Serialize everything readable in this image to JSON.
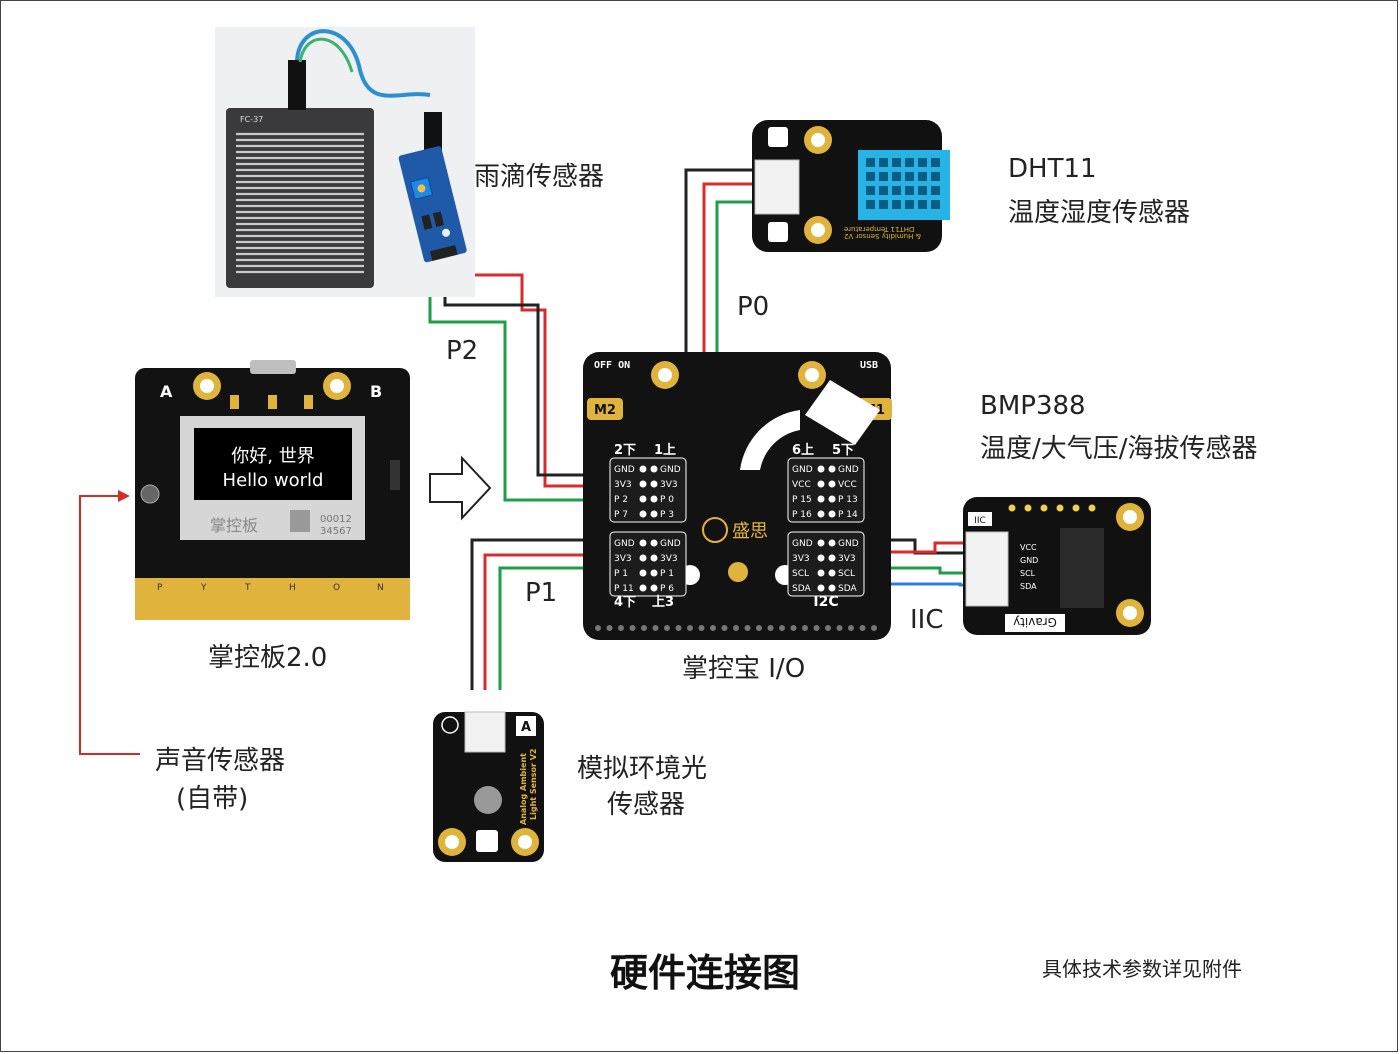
{
  "title": "硬件连接图",
  "note": "具体技术参数详见附件",
  "labels": {
    "rain_sensor": "雨滴传感器",
    "dht11_line1": "DHT11",
    "dht11_line2": "温度湿度传感器",
    "bmp388_line1": "BMP388",
    "bmp388_line2": "温度/大气压/海拔传感器",
    "mainboard": "掌控板2.0",
    "io_board": "掌控宝 I/O",
    "sound_line1": "声音传感器",
    "sound_line2": "(自带)",
    "light_line1": "模拟环境光",
    "light_line2": "传感器",
    "p0": "P0",
    "p1": "P1",
    "p2": "P2",
    "iic": "IIC"
  },
  "mainboard": {
    "screen_line1": "你好, 世界",
    "screen_line2": "Hello world",
    "btn_a": "A",
    "btn_b": "B",
    "brand": "掌控板",
    "serial1": "00012",
    "serial2": "34567",
    "python_letters": [
      "P",
      "Y",
      "T",
      "H",
      "O",
      "N"
    ]
  },
  "ioboard": {
    "off_on": "OFF ON",
    "usb": "USB",
    "m1": "M1",
    "m2": "M2",
    "brand": "盛思",
    "i2c": "I2C",
    "port2": "2下",
    "port1": "1上",
    "port6": "6上",
    "port5": "5下",
    "port4": "4下",
    "port3": "上3",
    "left_pins": [
      "GND",
      "3V3",
      "P 2",
      "P 7"
    ],
    "left_pins_r": [
      "GND",
      "3V3",
      "P 0",
      "P 3"
    ],
    "left_pins2": [
      "GND",
      "3V3",
      "P 1",
      "P 11"
    ],
    "left_pins2_r": [
      "GND",
      "3V3",
      "P 1",
      "P 6"
    ],
    "right_pins": [
      "GND",
      "VCC",
      "P 15",
      "P 16"
    ],
    "right_pins_r": [
      "GND",
      "VCC",
      "P 13",
      "P 14"
    ],
    "i2c_pins": [
      "GND",
      "3V3",
      "SCL",
      "SDA"
    ],
    "i2c_pins_r": [
      "GND",
      "3V3",
      "SCL",
      "SDA"
    ]
  },
  "rain": {
    "board_label": "FC-37"
  },
  "dht": {
    "silk1": "DHT11 Temperature",
    "silk2": "& Humidity Sensor V2"
  },
  "bmp": {
    "iic": "IIC",
    "pins": [
      "VCC",
      "GND",
      "SCL",
      "SDA"
    ],
    "gravity": "Gravity"
  },
  "light": {
    "silk1": "Analog Ambient",
    "silk2": "Light Sensor V2",
    "a": "A"
  },
  "colors": {
    "wire_red": "#d92b2b",
    "wire_black": "#222222",
    "wire_green": "#1f9e4a",
    "wire_blue": "#2f7fd6",
    "pcb": "#111111",
    "gold": "#e0b43c",
    "dht_blue": "#27b3e6",
    "arrow_red": "#d42a2a"
  }
}
